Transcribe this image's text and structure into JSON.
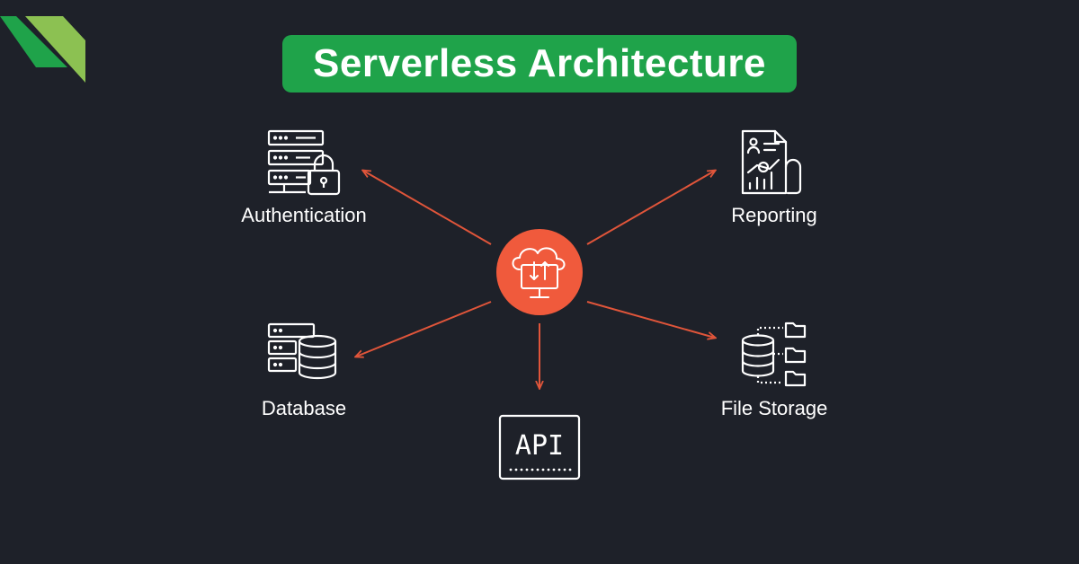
{
  "title": "Serverless Architecture",
  "colors": {
    "background": "#1e2129",
    "title_pill": "#1fa34a",
    "hub": "#f05a3c",
    "arrow": "#e0553a",
    "corner_dark": "#1fa34a",
    "corner_light": "#8cc152"
  },
  "hub": {
    "icon": "cloud-computer-icon"
  },
  "nodes": {
    "authentication": {
      "label": "Authentication",
      "icon": "server-lock-icon"
    },
    "reporting": {
      "label": "Reporting",
      "icon": "report-document-icon"
    },
    "database": {
      "label": "Database",
      "icon": "database-server-icon"
    },
    "file_storage": {
      "label": "File Storage",
      "icon": "file-storage-icon"
    },
    "api": {
      "label": "API",
      "icon": "api-chip-icon"
    }
  }
}
